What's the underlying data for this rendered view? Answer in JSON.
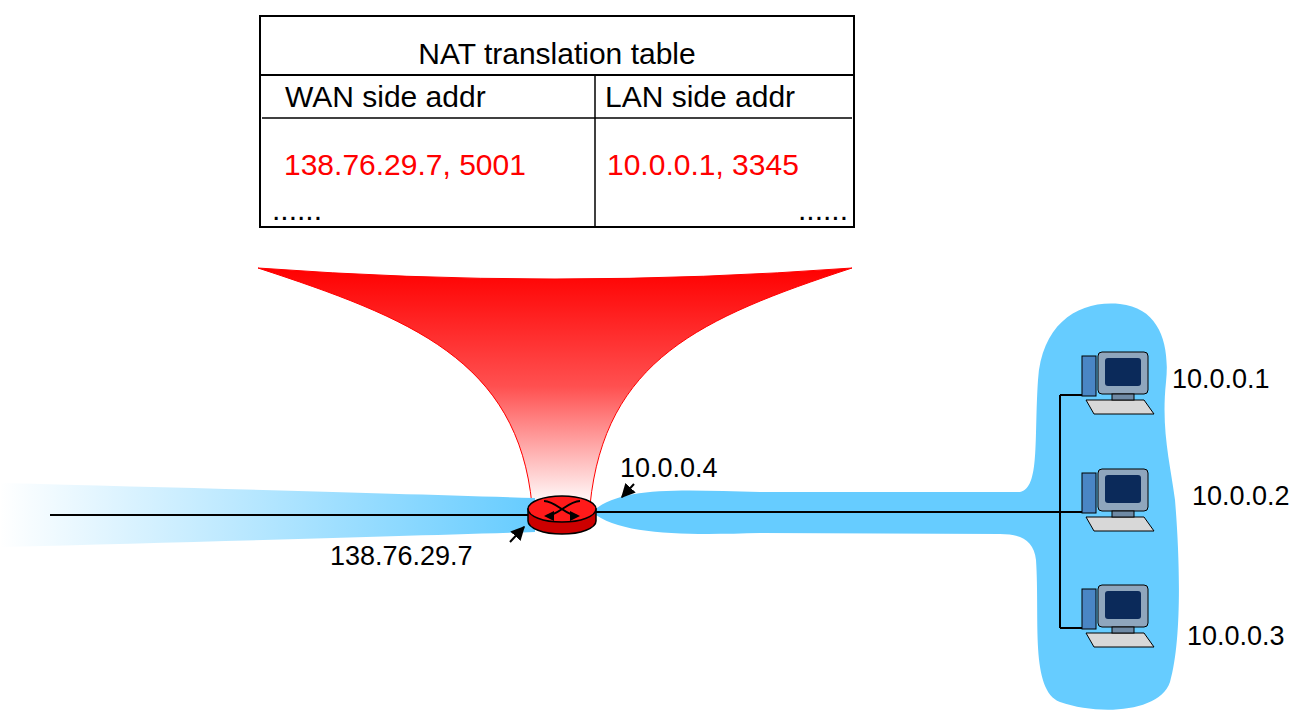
{
  "diagram": {
    "nodes": [
      {
        "text": [
          "NAT translation table"
        ]
      }
    ],
    "labels": [
      "WAN side addr",
      "LAN side addr",
      "138.76.29.7, 5001",
      "10.0.0.1, 3345",
      "......",
      "......",
      "10.0.0.4",
      "138.76.29.7",
      "10.0.0.1",
      "10.0.0.2",
      "10.0.0.3"
    ]
  }
}
